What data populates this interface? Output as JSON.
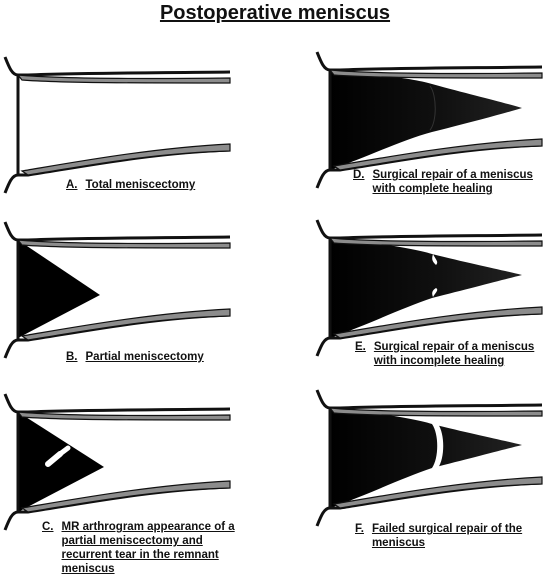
{
  "title": "Postoperative meniscus",
  "panels": [
    {
      "letter": "A.",
      "caption": "Total meniscectomy"
    },
    {
      "letter": "D.",
      "caption": "Surgical repair of a meniscus with complete healing"
    },
    {
      "letter": "B.",
      "caption": "Partial meniscectomy"
    },
    {
      "letter": "E.",
      "caption": "Surgical repair of a meniscus with incomplete healing"
    },
    {
      "letter": "C.",
      "caption": "MR arthrogram appearance of a partial meniscectomy and recurrent tear in the remnant meniscus"
    },
    {
      "letter": "F.",
      "caption": "Failed surgical repair of the meniscus"
    }
  ],
  "colors": {
    "meniscus": "#000000",
    "cartilage": "#8c8c8c",
    "outline": "#111111"
  }
}
